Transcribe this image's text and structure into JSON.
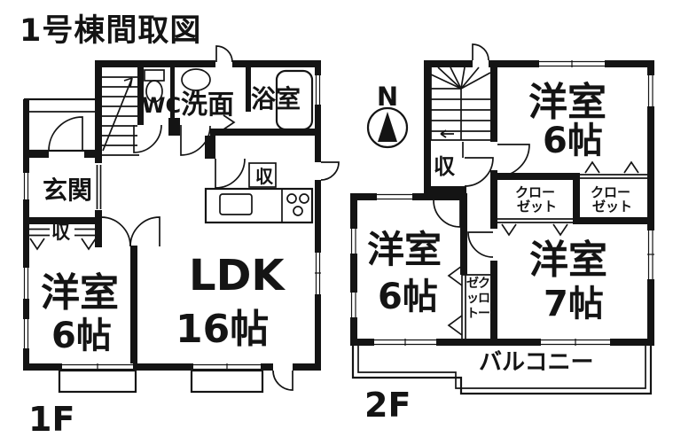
{
  "title": "1号棟間取図",
  "compass": {
    "label": "N"
  },
  "floor1": {
    "floor_label": "1F",
    "entrance": "玄関",
    "entrance_storage": "収",
    "wc": "WC",
    "washroom": "洗面",
    "bathroom": "浴室",
    "ldk_name": "LDK",
    "ldk_size": "16帖",
    "ldk_storage": "収",
    "west_room_name": "洋室",
    "west_room_size": "6帖"
  },
  "floor2": {
    "floor_label": "2F",
    "stair_storage": "収",
    "room_ne_name": "洋室",
    "room_ne_size": "6帖",
    "closet_a": {
      "line1": "クロー",
      "line2": "ゼット"
    },
    "closet_b": {
      "line1": "クロー",
      "line2": "ゼット"
    },
    "closet_c_vertical": {
      "col1": "クロー",
      "col2": "ゼット"
    },
    "room_w_name": "洋室",
    "room_w_size": "6帖",
    "room_se_name": "洋室",
    "room_se_size": "7帖",
    "balcony": "バルコニー"
  },
  "colors": {
    "line": "#141414",
    "background": "#ffffff"
  }
}
